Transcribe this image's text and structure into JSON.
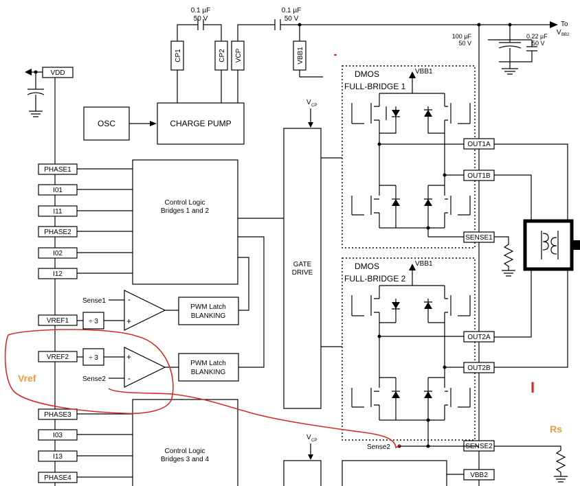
{
  "caps": {
    "c1_value": "0.1 µF",
    "c1_voltage": "50 V",
    "c2_value": "0.1 µF",
    "c2_voltage": "50 V",
    "c3_value": "100 µF",
    "c3_voltage": "50 V",
    "c4_value": "0.22 µF",
    "c4_voltage": "50 V"
  },
  "to_label": "To",
  "vbb2_label": "V",
  "vbb2_sub": "BB2",
  "pins_top": [
    "CP1",
    "CP2",
    "VCP",
    "VBB1"
  ],
  "vdd": "VDD",
  "osc": "OSC",
  "charge_pump": "CHARGE PUMP",
  "vcp_v": "V",
  "vcp_sub": "CP",
  "gate_drive": [
    "GATE",
    "DRIVE"
  ],
  "left_pins": [
    "PHASE1",
    "I01",
    "I11",
    "PHASE2",
    "I02",
    "I12",
    "VREF1",
    "VREF2",
    "PHASE3",
    "I03",
    "I13",
    "PHASE4"
  ],
  "control_logic_1": [
    "Control Logic",
    "Bridges 1 and 2"
  ],
  "control_logic_2": [
    "Control Logic",
    "Bridges 3 and 4"
  ],
  "div3": "÷ 3",
  "sense1": "Sense1",
  "sense2": "Sense2",
  "sense2_b": "Sense2",
  "opamp_minus": "-",
  "opamp_plus": "+",
  "pwm_latch": [
    "PWM Latch",
    "BLANKING"
  ],
  "bridge1": [
    "DMOS",
    "FULL-BRIDGE 1"
  ],
  "bridge2": [
    "DMOS",
    "FULL-BRIDGE 2"
  ],
  "vbb1_label": "VBB1",
  "out_pins": [
    "OUT1A",
    "OUT1B",
    "SENSE1",
    "OUT2A",
    "OUT2B",
    "SENSE2",
    "VBB2"
  ],
  "annotations": {
    "vref": "Vref",
    "current": "I",
    "rs": "Rs"
  },
  "colors": {
    "annotation_red": "#d42a2a",
    "annotation_orange": "#f39a3a"
  }
}
